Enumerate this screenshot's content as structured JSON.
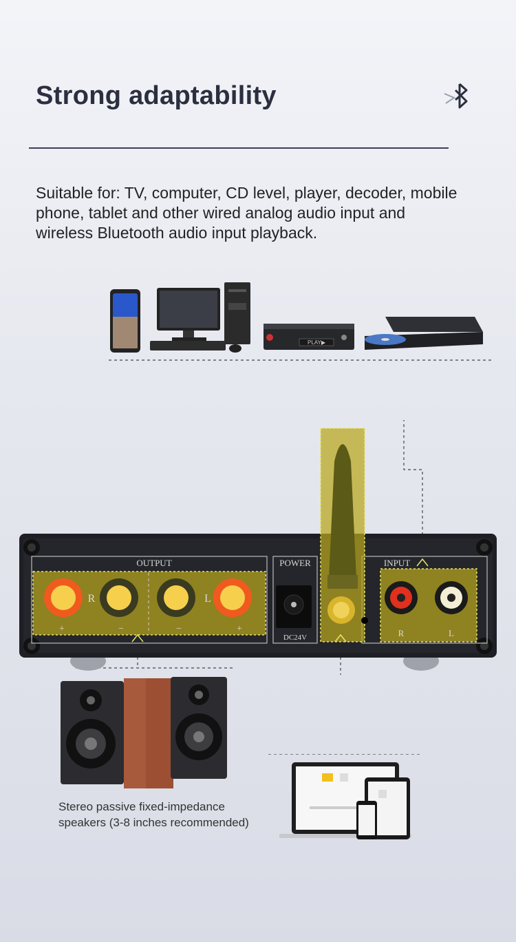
{
  "header": {
    "title": "Strong adaptability",
    "bluetooth_icon": "bluetooth-icon"
  },
  "description": "Suitable for: TV, computer, CD level, player, decoder, mobile phone, tablet and other wired analog audio input and wireless Bluetooth audio input playback.",
  "amplifier": {
    "output_label": "OUTPUT",
    "power_label": "POWER",
    "input_label": "INPUT",
    "dc_label": "DC24V",
    "right_label": "R",
    "left_label": "L",
    "plus": "+",
    "minus": "−",
    "cd_player_button": "PLAY▶"
  },
  "speakers": {
    "caption_line1": "Stereo passive fixed-impedance",
    "caption_line2": "speakers (3-8 inches recommended)"
  },
  "colors": {
    "title": "#2b2f3f",
    "highlight": "#b8a61c",
    "panel": "#1d1f24"
  }
}
